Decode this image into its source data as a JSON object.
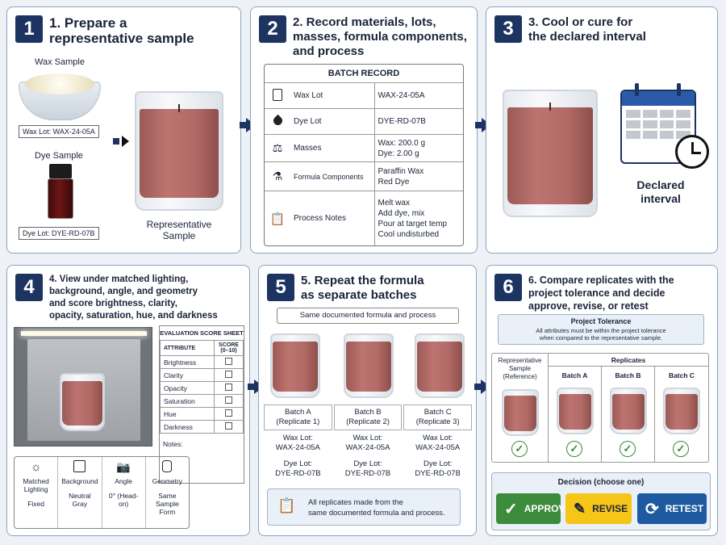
{
  "panel1": {
    "num": "1",
    "title_line1": "1. Prepare a",
    "title_line2": "representative sample",
    "wax_sample": "Wax Sample",
    "wax_lot": "Wax Lot: WAX-24-05A",
    "dye_sample": "Dye Sample",
    "dye_lot": "Dye Lot: DYE-RD-07B",
    "rep_line1": "Representative",
    "rep_line2": "Sample"
  },
  "panel2": {
    "num": "2",
    "title_line1": "2. Record materials, lots,",
    "title_line2": "masses, formula components,",
    "title_line3": "and process",
    "record_title": "BATCH RECORD",
    "rows": [
      {
        "label": "Wax Lot",
        "values": [
          "WAX-24-05A"
        ]
      },
      {
        "label": "Dye Lot",
        "values": [
          "DYE-RD-07B"
        ]
      },
      {
        "label": "Masses",
        "values": [
          "Wax: 200.0 g",
          "Dye: 2.00 g"
        ]
      },
      {
        "label": "Formula Components",
        "values": [
          "Paraffin Wax",
          "Red Dye"
        ]
      },
      {
        "label": "Process Notes",
        "values": [
          "Melt wax",
          "Add dye, mix",
          "Pour at target temp",
          "Cool undisturbed"
        ]
      }
    ]
  },
  "panel3": {
    "num": "3",
    "title_line1": "3. Cool or cure for",
    "title_line2": "the declared interval",
    "declared_line1": "Declared",
    "declared_line2": "interval"
  },
  "panel4": {
    "num": "4",
    "title_line1": "4. View under matched lighting,",
    "title_line2": "background, angle, and geometry",
    "title_line3": "and score brightness, clarity,",
    "title_line4": "opacity, saturation, hue, and darkness",
    "sheet_title": "EVALUATION SCORE SHEET",
    "col_attr": "ATTRIBUTE",
    "col_score": "SCORE (0–10)",
    "attributes": [
      "Brightness",
      "Clarity",
      "Opacity",
      "Saturation",
      "Hue",
      "Darkness"
    ],
    "notes": "Notes:",
    "conditions": [
      {
        "name": "Matched Lighting",
        "value": "Fixed"
      },
      {
        "name": "Background",
        "value": "Neutral Gray"
      },
      {
        "name": "Angle",
        "value": "0° (Head-on)"
      },
      {
        "name": "Geometry",
        "value": "Same Sample Form"
      }
    ]
  },
  "panel5": {
    "num": "5",
    "title_line1": "5. Repeat the formula",
    "title_line2": "as separate batches",
    "banner": "Same documented formula and process",
    "batches": [
      {
        "name": "Batch A",
        "rep": "(Replicate 1)",
        "wax_label": "Wax Lot:",
        "wax": "WAX-24-05A",
        "dye_label": "Dye Lot:",
        "dye": "DYE-RD-07B"
      },
      {
        "name": "Batch B",
        "rep": "(Replicate 2)",
        "wax_label": "Wax Lot:",
        "wax": "WAX-24-05A",
        "dye_label": "Dye Lot:",
        "dye": "DYE-RD-07B"
      },
      {
        "name": "Batch C",
        "rep": "(Replicate 3)",
        "wax_label": "Wax Lot:",
        "wax": "WAX-24-05A",
        "dye_label": "Dye Lot:",
        "dye": "DYE-RD-07B"
      }
    ],
    "footer_line1": "All replicates made from the",
    "footer_line2": "same documented formula and process."
  },
  "panel6": {
    "num": "6",
    "title_line1": "6. Compare replicates with the",
    "title_line2": "project tolerance and decide",
    "title_line3": "approve, revise, or retest",
    "tol_title": "Project Tolerance",
    "tol_line1": "All attributes must be within the project tolerance",
    "tol_line2": "when compared to the representative sample.",
    "ref_line1": "Representative",
    "ref_line2": "Sample",
    "ref_line3": "(Reference)",
    "replicates": "Replicates",
    "batch_labels": [
      "Batch A",
      "Batch B",
      "Batch C"
    ],
    "decision_title": "Decision (choose one)",
    "approve": "APPROVE",
    "revise": "REVISE",
    "retest": "RETEST",
    "colors": {
      "approve": "#3d8b3d",
      "revise": "#f5c518",
      "retest": "#1e5aa0"
    }
  }
}
